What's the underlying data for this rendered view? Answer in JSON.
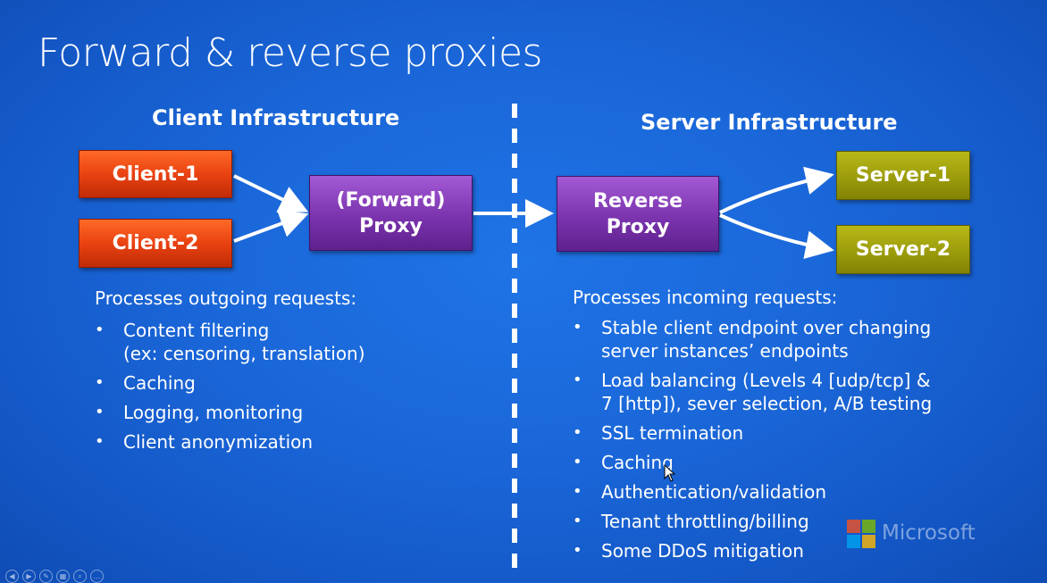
{
  "title": "Forward & reverse proxies",
  "client_side": {
    "heading": "Client Infrastructure",
    "clients": [
      "Client-1",
      "Client-2"
    ],
    "proxy_lines": [
      "(Forward)",
      "Proxy"
    ],
    "intro": "Processes outgoing requests:",
    "bullets": [
      [
        "Content filtering",
        "(ex: censoring, translation)"
      ],
      [
        "Caching"
      ],
      [
        "Logging, monitoring"
      ],
      [
        "Client anonymization"
      ]
    ]
  },
  "server_side": {
    "heading": "Server Infrastructure",
    "servers": [
      "Server-1",
      "Server-2"
    ],
    "proxy_lines": [
      "Reverse",
      "Proxy"
    ],
    "intro": "Processes incoming requests:",
    "bullets": [
      [
        "Stable client endpoint over changing",
        "server instances’ endpoints"
      ],
      [
        "Load balancing (Levels 4 [udp/tcp] &",
        "7 [http]), sever selection, A/B testing"
      ],
      [
        "SSL termination"
      ],
      [
        "Caching"
      ],
      [
        "Authentication/validation"
      ],
      [
        "Tenant throttling/billing"
      ],
      [
        "Some DDoS mitigation"
      ]
    ]
  },
  "branding": {
    "text": "Microsoft",
    "logo_colors": [
      "#f25022",
      "#7fba00",
      "#00a4ef",
      "#ffb900"
    ]
  },
  "nav_controls": [
    "prev-icon",
    "next-icon",
    "pen-icon",
    "slides-icon",
    "zoom-icon",
    "more-icon"
  ],
  "nav_glyphs": [
    "◀",
    "▶",
    "✎",
    "▦",
    "⌕",
    "…"
  ]
}
